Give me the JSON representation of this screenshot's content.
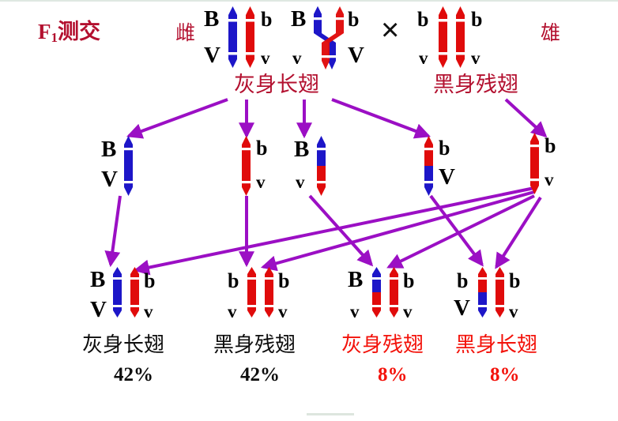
{
  "meta": {
    "title": "F1测交 (F1 test cross) — Drosophila linkage / crossing-over diagram",
    "colors": {
      "purple_arrow": "#9b0fc4",
      "crimson_text": "#b3102f",
      "bright_red_text": "#f3120a",
      "black_text": "#0d0d0d",
      "chromosome_blue": "#1d16c8",
      "chromosome_red": "#e00b0b",
      "rule_gray": "#dfe8e2"
    }
  },
  "header": {
    "cross_title": "F",
    "cross_title_sub": "1",
    "cross_title_rest": "测交",
    "female_label": "雌",
    "male_label": "雄",
    "cross_symbol": "×"
  },
  "parents": {
    "female": {
      "phenotype": "灰身长翅",
      "pair_normal": {
        "left_top": "B",
        "left_bottom": "V",
        "right_top": "b",
        "right_bottom": "v",
        "left_color": "blue",
        "right_color": "red"
      },
      "pair_crossover": {
        "left_top": "B",
        "left_bottom": "v",
        "right_top": "b",
        "right_bottom": "V",
        "note": "crossing-over chiasma"
      }
    },
    "male": {
      "phenotype": "黑身残翅",
      "pair": {
        "left_top": "b",
        "left_bottom": "v",
        "right_top": "b",
        "right_bottom": "v",
        "left_color": "red",
        "right_color": "red"
      }
    }
  },
  "gametes": [
    {
      "id": "g1",
      "top": "B",
      "bottom": "V",
      "top_color": "blue",
      "bottom_color": "blue",
      "label_side": "left",
      "type": "parental"
    },
    {
      "id": "g2",
      "top": "b",
      "bottom": "v",
      "top_color": "red",
      "bottom_color": "red",
      "label_side": "right",
      "type": "parental"
    },
    {
      "id": "g3",
      "top": "B",
      "bottom": "v",
      "top_color": "blue",
      "bottom_color": "red",
      "label_side": "left",
      "type": "recombinant"
    },
    {
      "id": "g4",
      "top": "b",
      "bottom": "V",
      "top_color": "red",
      "bottom_color": "blue",
      "label_side": "right",
      "type": "recombinant"
    },
    {
      "id": "g5",
      "top": "b",
      "bottom": "v",
      "top_color": "red",
      "bottom_color": "red",
      "label_side": "right",
      "type": "male-gamete"
    }
  ],
  "offspring": [
    {
      "id": "o1",
      "left": {
        "top": "B",
        "bottom": "V",
        "top_color": "blue",
        "bottom_color": "blue"
      },
      "right": {
        "top": "b",
        "bottom": "v",
        "top_color": "red",
        "bottom_color": "red"
      },
      "phenotype": "灰身长翅",
      "percent": "42%",
      "style": "black"
    },
    {
      "id": "o2",
      "left": {
        "top": "b",
        "bottom": "v",
        "top_color": "red",
        "bottom_color": "red"
      },
      "right": {
        "top": "b",
        "bottom": "v",
        "top_color": "red",
        "bottom_color": "red"
      },
      "phenotype": "黑身残翅",
      "percent": "42%",
      "style": "black"
    },
    {
      "id": "o3",
      "left": {
        "top": "B",
        "bottom": "v",
        "top_color": "blue",
        "bottom_color": "red"
      },
      "right": {
        "top": "b",
        "bottom": "v",
        "top_color": "red",
        "bottom_color": "red"
      },
      "phenotype": "灰身残翅",
      "percent": "8%",
      "style": "red"
    },
    {
      "id": "o4",
      "left": {
        "top": "b",
        "bottom": "V",
        "top_color": "red",
        "bottom_color": "blue"
      },
      "right": {
        "top": "b",
        "bottom": "v",
        "top_color": "red",
        "bottom_color": "red"
      },
      "phenotype": "黑身长翅",
      "percent": "8%",
      "style": "red"
    }
  ]
}
